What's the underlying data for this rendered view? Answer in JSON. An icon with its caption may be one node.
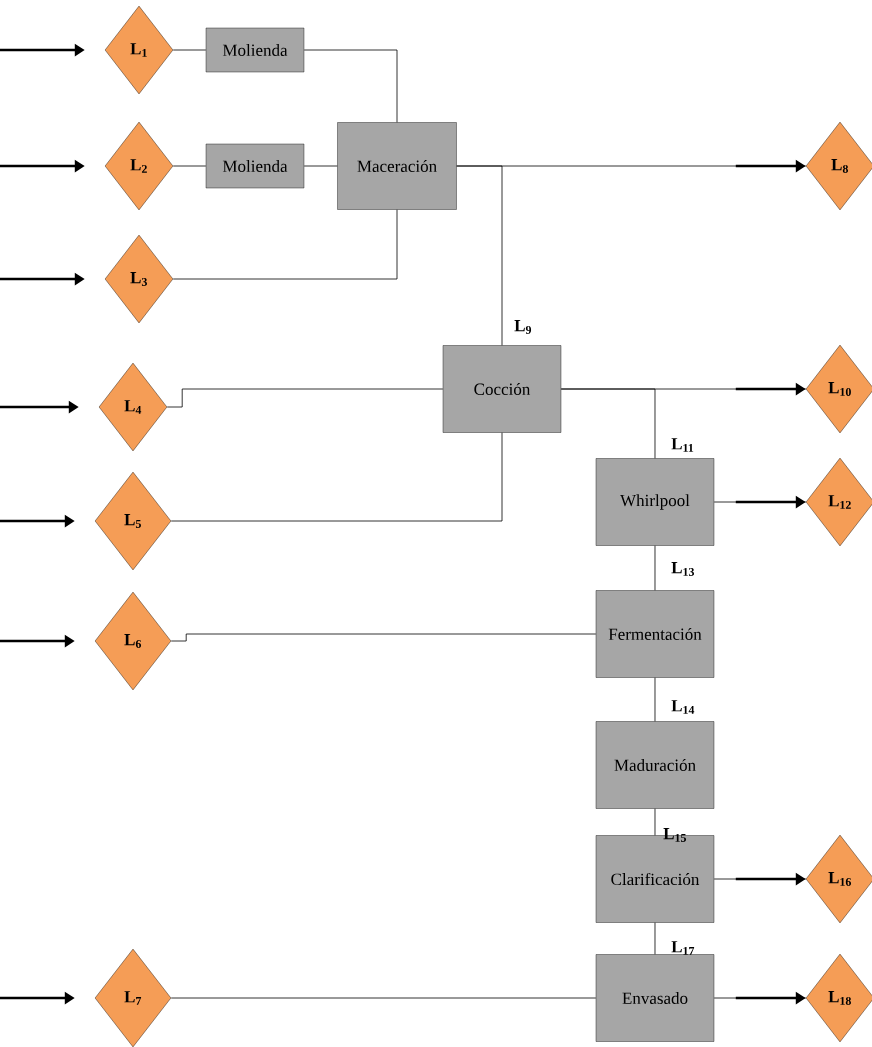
{
  "diagram": {
    "nodes": [
      {
        "text": [
          "L$_{1}$"
        ]
      },
      {
        "text": [
          "Molienda"
        ]
      },
      {
        "text": [
          "L$_{2}$"
        ]
      },
      {
        "text": [
          "Molienda"
        ]
      },
      {
        "text": [
          "Maceración"
        ]
      },
      {
        "text": [
          "L$_{8}$"
        ]
      },
      {
        "text": [
          "L$_{3}$"
        ]
      },
      {
        "text": [
          "Cocción"
        ]
      },
      {
        "text": [
          "L$_{4}$"
        ]
      },
      {
        "text": [
          "L$_{10}$"
        ]
      },
      {
        "text": [
          "Whirlpool"
        ]
      },
      {
        "text": [
          "L$_{12}$"
        ]
      },
      {
        "text": [
          "L$_{5}$"
        ]
      },
      {
        "text": [
          "L$_{6}$"
        ]
      },
      {
        "text": [
          "Fermentación"
        ]
      },
      {
        "text": [
          "Maduración"
        ]
      },
      {
        "text": [
          "Clarificación"
        ]
      },
      {
        "text": [
          "L$_{16}$"
        ]
      },
      {
        "text": [
          "L$_{7}$"
        ]
      },
      {
        "text": [
          "Envasado"
        ]
      },
      {
        "text": [
          "L$_{18}$"
        ]
      }
    ],
    "edges": [
      {
        "from": null,
        "to": 0,
        "arrow": "to",
        "style": "thick"
      },
      {
        "from": null,
        "to": 2,
        "arrow": "to",
        "style": "thick"
      },
      {
        "from": null,
        "to": 6,
        "arrow": "to",
        "style": "thick"
      },
      {
        "from": null,
        "to": 8,
        "arrow": "to",
        "style": "thick"
      },
      {
        "from": null,
        "to": 12,
        "arrow": "to",
        "style": "thick"
      },
      {
        "from": null,
        "to": 13,
        "arrow": "to",
        "style": "thick"
      },
      {
        "from": null,
        "to": 18,
        "arrow": "to",
        "style": "thick"
      },
      {
        "from": 0,
        "to": 1,
        "arrow": "none"
      },
      {
        "from": 2,
        "to": 3,
        "arrow": "none"
      },
      {
        "from": 1,
        "to": 4,
        "arrow": "none"
      },
      {
        "from": 3,
        "to": 4,
        "arrow": "none"
      },
      {
        "from": 6,
        "to": 4,
        "arrow": "none"
      },
      {
        "from": 4,
        "to": 5,
        "arrow": "to"
      },
      {
        "from": 4,
        "to": 7,
        "arrow": "none",
        "label": "L$_{9}$"
      },
      {
        "from": 8,
        "to": 7,
        "arrow": "none"
      },
      {
        "from": 12,
        "to": 7,
        "arrow": "none"
      },
      {
        "from": 7,
        "to": 9,
        "arrow": "to"
      },
      {
        "from": 7,
        "to": 10,
        "arrow": "none",
        "label": "L$_{11}$"
      },
      {
        "from": 10,
        "to": 11,
        "arrow": "to"
      },
      {
        "from": 10,
        "to": 14,
        "arrow": "none",
        "label": "L$_{13}$"
      },
      {
        "from": 13,
        "to": 14,
        "arrow": "none"
      },
      {
        "from": 14,
        "to": 15,
        "arrow": "none",
        "label": "L$_{14}$"
      },
      {
        "from": 15,
        "to": 16,
        "arrow": "none",
        "label": "L$_{15}$"
      },
      {
        "from": 16,
        "to": 17,
        "arrow": "to"
      },
      {
        "from": 16,
        "to": 19,
        "arrow": "none",
        "label": "L$_{17}$"
      },
      {
        "from": 18,
        "to": 19,
        "arrow": "none"
      },
      {
        "from": 19,
        "to": 20,
        "arrow": "to"
      }
    ]
  }
}
